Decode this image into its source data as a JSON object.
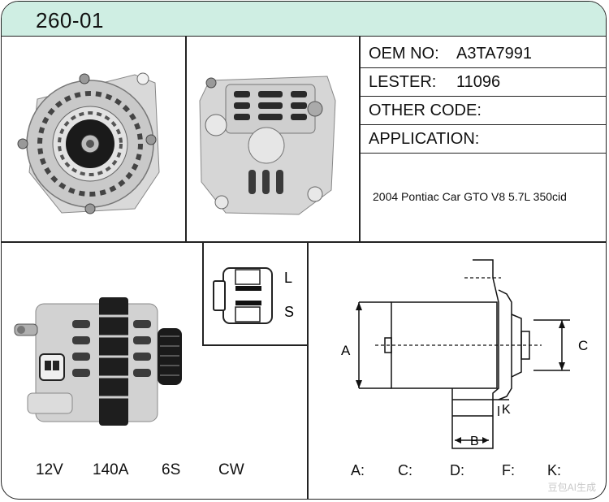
{
  "header": {
    "part_number": "260-01"
  },
  "specs": {
    "oem": {
      "label": "OEM NO:",
      "value": "A3TA7991"
    },
    "lester": {
      "label": "LESTER:",
      "value": "11096"
    },
    "other_code": {
      "label": "OTHER CODE:",
      "value": ""
    },
    "application": {
      "label": "APPLICATION:",
      "value": "2004  Pontiac Car GTO V8 5.7L 350cid"
    }
  },
  "electrical": {
    "voltage": "12V",
    "amperage": "140A",
    "pulley": "6S",
    "rotation": "CW"
  },
  "connector": {
    "terminal_top": "L",
    "terminal_bottom": "S"
  },
  "dimensions": {
    "labels": [
      "A:",
      "C:",
      "D:",
      "F:",
      "K:"
    ],
    "diagram_labels": {
      "a": "A",
      "b": "B",
      "c": "C",
      "k": "K"
    }
  },
  "watermark": "豆包AI生成",
  "colors": {
    "header_bg": "#cfeee3",
    "border": "#222222"
  }
}
